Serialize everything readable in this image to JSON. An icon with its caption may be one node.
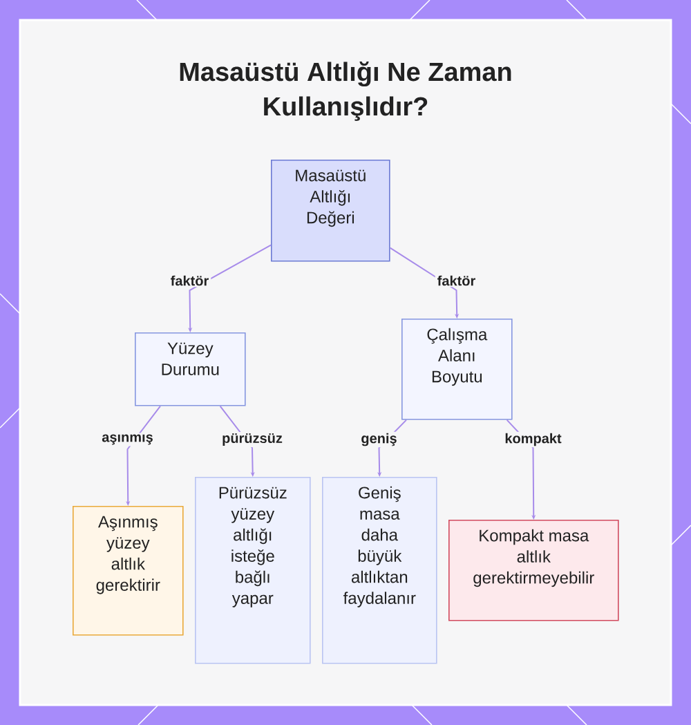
{
  "diagram": {
    "title": "Masaüstü Altlığı Ne Zaman Kullanışlıdır?",
    "nodes": [
      {
        "text": [
          "Masaüstü Altlığı Değeri"
        ]
      },
      {
        "text": [
          "Yüzey Durumu"
        ]
      },
      {
        "text": [
          "Çalışma Alanı Boyutu"
        ]
      },
      {
        "text": [
          "Aşınmış yüzey altlık gerektirir"
        ]
      },
      {
        "text": [
          "Pürüzsüz yüzey altlığı isteğe bağlı yapar"
        ]
      },
      {
        "text": [
          "Geniş masa daha büyük altlıktan faydalanır"
        ]
      },
      {
        "text": [
          "Kompakt masa altlık gerektirmeyebilir"
        ]
      }
    ],
    "edges": [
      {
        "from": 0,
        "to": 1,
        "arrow": "to",
        "label": "faktör"
      },
      {
        "from": 0,
        "to": 2,
        "arrow": "to",
        "label": "faktör"
      },
      {
        "from": 1,
        "to": 3,
        "arrow": "to",
        "label": "aşınmış"
      },
      {
        "from": 1,
        "to": 4,
        "arrow": "to",
        "label": "pürüzsüz"
      },
      {
        "from": 2,
        "to": 5,
        "arrow": "to",
        "label": "geniş"
      },
      {
        "from": 2,
        "to": 6,
        "arrow": "to",
        "label": "kompakt"
      }
    ]
  }
}
